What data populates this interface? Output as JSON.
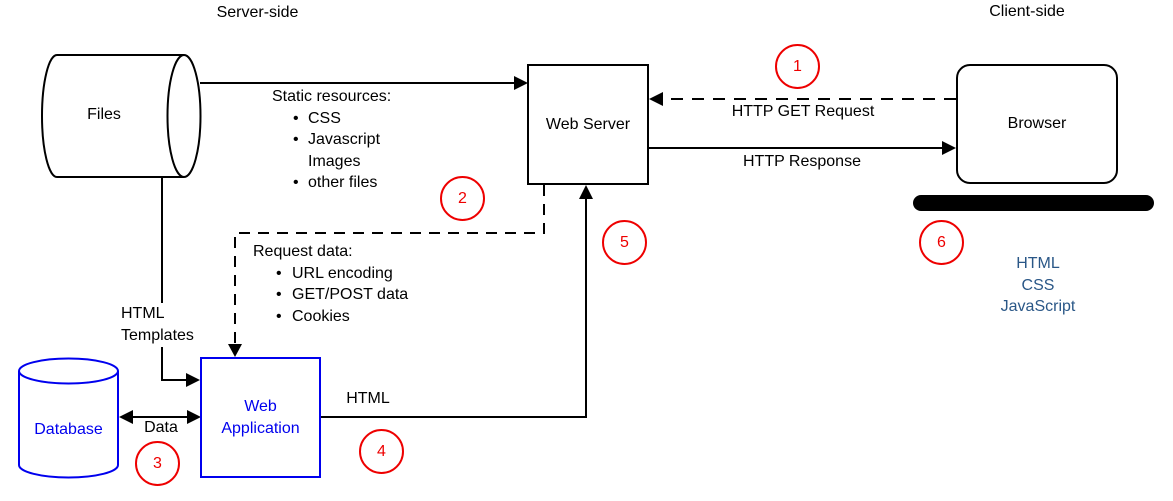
{
  "titles": {
    "server_side": "Server-side",
    "client_side": "Client-side"
  },
  "nodes": {
    "files": {
      "label": "Files"
    },
    "web_server": {
      "label": "Web Server"
    },
    "browser": {
      "label": "Browser"
    },
    "database": {
      "label": "Database"
    },
    "web_application": {
      "lines": [
        "Web",
        "Application"
      ]
    }
  },
  "labels": {
    "static_resources": {
      "title": "Static resources:",
      "bullet": "•",
      "items": [
        "CSS",
        "Javascript",
        "Images",
        "other files"
      ]
    },
    "request_data": {
      "title": "Request data:",
      "bullet": "•",
      "items": [
        "URL encoding",
        "GET/POST data",
        "Cookies"
      ]
    },
    "http_get_request": "HTTP GET Request",
    "http_response": "HTTP Response",
    "html_templates": {
      "lines": [
        "HTML",
        "Templates"
      ]
    },
    "data": "Data",
    "html": "HTML"
  },
  "client_output": {
    "lines": [
      "HTML",
      "CSS",
      "JavaScript"
    ]
  },
  "annotations": [
    {
      "number": "1"
    },
    {
      "number": "2"
    },
    {
      "number": "3"
    },
    {
      "number": "4"
    },
    {
      "number": "5"
    },
    {
      "number": "6"
    }
  ],
  "colors": {
    "line_black": "#000000",
    "node_blue": "#0000ee",
    "annotation_red": "#ee0000",
    "client_output_blue": "#2a5787"
  }
}
